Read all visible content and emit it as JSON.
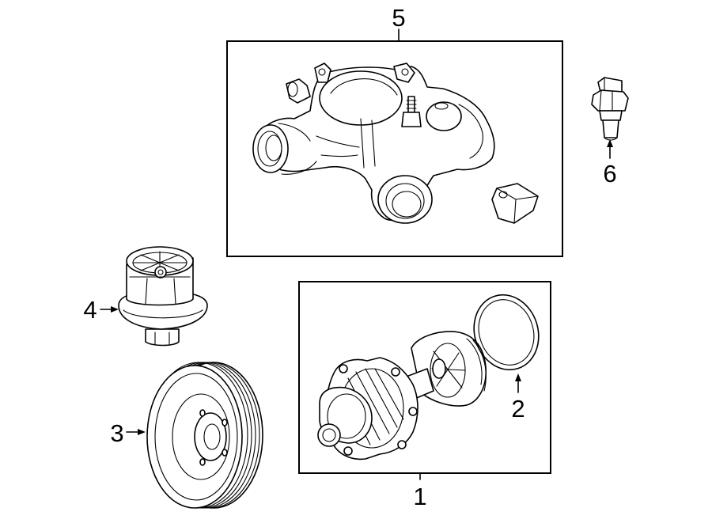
{
  "callouts": [
    {
      "id": "1",
      "label": "1"
    },
    {
      "id": "2",
      "label": "2"
    },
    {
      "id": "3",
      "label": "3"
    },
    {
      "id": "4",
      "label": "4"
    },
    {
      "id": "5",
      "label": "5"
    },
    {
      "id": "6",
      "label": "6"
    }
  ],
  "colors": {
    "line": "#000000",
    "background": "#ffffff"
  },
  "parts": [
    {
      "callout": "1",
      "icon": "water-pump-icon"
    },
    {
      "callout": "2",
      "icon": "gasket-ring-icon"
    },
    {
      "callout": "3",
      "icon": "pulley-icon"
    },
    {
      "callout": "4",
      "icon": "thermostat-icon"
    },
    {
      "callout": "5",
      "icon": "thermostat-housing-icon"
    },
    {
      "callout": "6",
      "icon": "temperature-sensor-icon"
    }
  ]
}
